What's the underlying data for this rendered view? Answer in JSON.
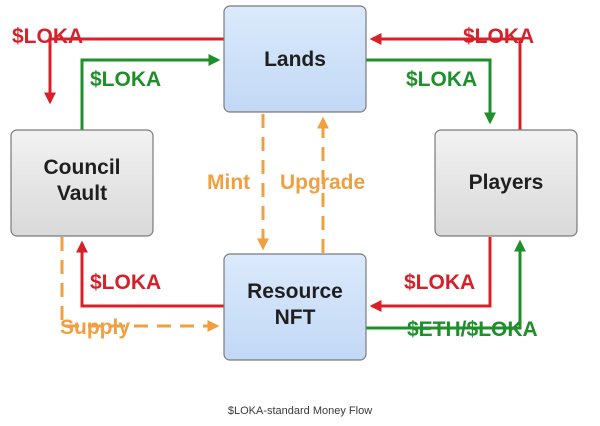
{
  "nodes": {
    "lands": "Lands",
    "council_line1": "Council",
    "council_line2": "Vault",
    "players": "Players",
    "resource_line1": "Resource",
    "resource_line2": "NFT"
  },
  "edges": {
    "loka_top_left": "$LOKA",
    "loka_top_left_green": "$LOKA",
    "loka_top_right": "$LOKA",
    "loka_top_right_green": "$LOKA",
    "mint": "Mint",
    "upgrade": "Upgrade",
    "loka_bottom_left": "$LOKA",
    "supply": "Supply",
    "loka_bottom_right": "$LOKA",
    "eth_loka": "$ETH/$LOKA"
  },
  "caption": "$LOKA-standard Money Flow",
  "colors": {
    "red": "#d8202a",
    "green": "#1f8f2c",
    "orange": "#f0a040",
    "blue_fill": "#cfe2fb",
    "gray_fill": "#e6e6e6",
    "box_stroke": "#7a7a7a"
  }
}
